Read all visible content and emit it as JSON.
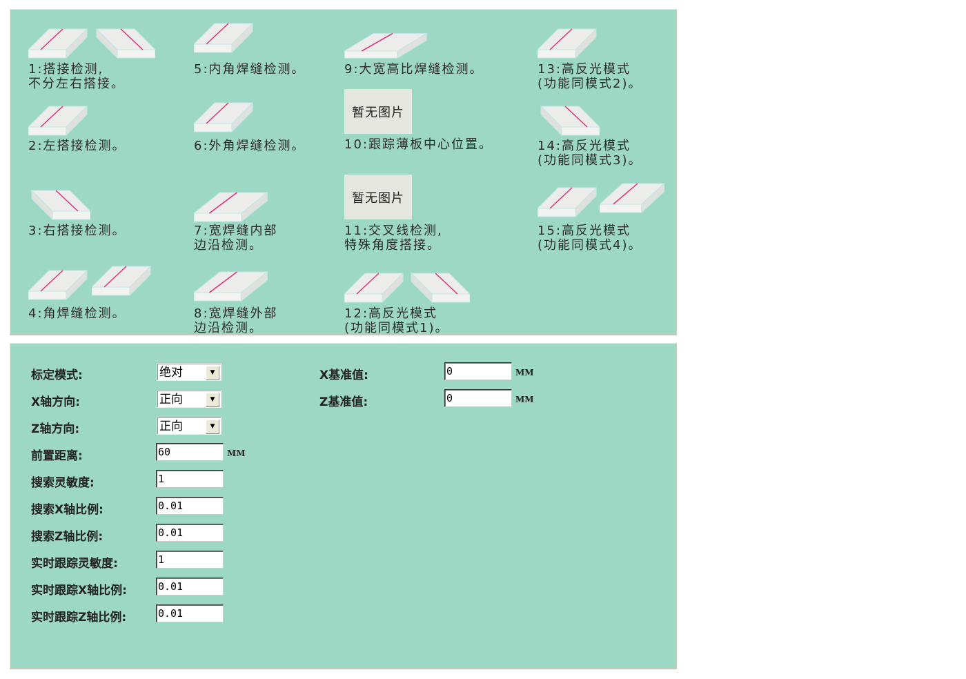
{
  "items": [
    {
      "line1": "1:搭接检测,",
      "line2": "不分左右搭接。"
    },
    {
      "line1": "2:左搭接检测。"
    },
    {
      "line1": "3:右搭接检测。"
    },
    {
      "line1": "4:角焊缝检测。"
    },
    {
      "line1": "5:内角焊缝检测。"
    },
    {
      "line1": "6:外角焊缝检测。"
    },
    {
      "line1": "7:宽焊缝内部",
      "line2": "边沿检测。"
    },
    {
      "line1": "8:宽焊缝外部",
      "line2": "边沿检测。"
    },
    {
      "line1": "9:大宽高比焊缝检测。"
    },
    {
      "line1": "10:跟踪薄板中心位置。",
      "placeholder": "暂无图片"
    },
    {
      "line1": "11:交叉线检测,",
      "line2": "特殊角度搭接。",
      "placeholder": "暂无图片"
    },
    {
      "line1": "12:高反光模式",
      "line2": "(功能同模式1)。"
    },
    {
      "line1": "13:高反光模式",
      "line2": "(功能同模式2)。"
    },
    {
      "line1": "14:高反光模式",
      "line2": "(功能同模式3)。"
    },
    {
      "line1": "15:高反光模式",
      "line2": "(功能同模式4)。"
    }
  ],
  "settings": {
    "calib_mode": {
      "label": "标定模式:",
      "value": "绝对"
    },
    "x_dir": {
      "label": "X轴方向:",
      "value": "正向"
    },
    "z_dir": {
      "label": "Z轴方向:",
      "value": "正向"
    },
    "front_dist": {
      "label": "前置距离:",
      "value": "60",
      "unit": "MM"
    },
    "search_sens": {
      "label": "搜索灵敏度:",
      "value": "1"
    },
    "search_x": {
      "label": "搜索X轴比例:",
      "value": "0.01"
    },
    "search_z": {
      "label": "搜索Z轴比例:",
      "value": "0.01"
    },
    "rt_sens": {
      "label": "实时跟踪灵敏度:",
      "value": "1"
    },
    "rt_x": {
      "label": "实时跟踪X轴比例:",
      "value": "0.01"
    },
    "rt_z": {
      "label": "实时跟踪Z轴比例:",
      "value": "0.01"
    },
    "x_ref": {
      "label": "X基准值:",
      "value": "0",
      "unit": "MM"
    },
    "z_ref": {
      "label": "Z基准值:",
      "value": "0",
      "unit": "MM"
    }
  },
  "colors": {
    "panel": "#9dd8c4",
    "weld_line": "#e0307a"
  }
}
